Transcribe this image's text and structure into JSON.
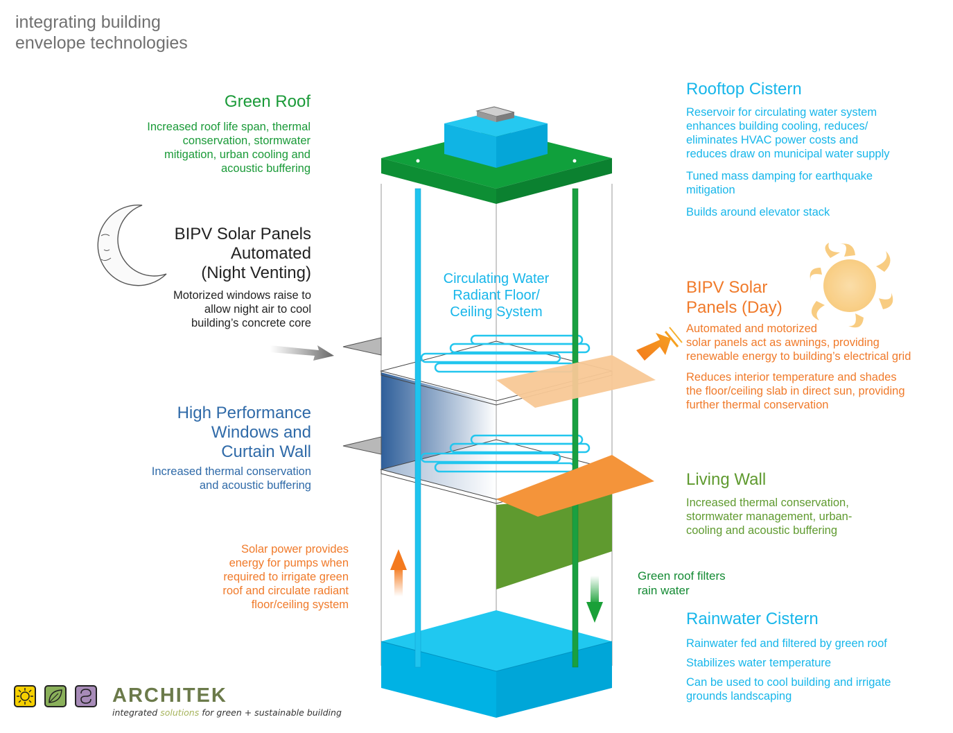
{
  "page_title": [
    "integrating building",
    "envelope technologies"
  ],
  "green_roof": {
    "heading": "Green Roof",
    "text": [
      "Increased roof life span, thermal",
      "conservation, stormwater",
      "mitigation, urban cooling and",
      "acoustic buffering"
    ]
  },
  "night_venting": {
    "heading": [
      "BIPV Solar Panels",
      "Automated",
      "(Night Venting)"
    ],
    "text": [
      "Motorized windows raise to",
      "allow night air to cool",
      "building’s concrete core"
    ]
  },
  "windows": {
    "heading": [
      "High Performance",
      "Windows and",
      "Curtain Wall"
    ],
    "text": [
      "Increased thermal conservation",
      "and acoustic buffering"
    ]
  },
  "solar_pumps": {
    "text": [
      "Solar power provides",
      "energy for pumps when",
      "required to irrigate green",
      "roof and circulate radiant",
      "floor/ceiling system"
    ]
  },
  "circulating": {
    "label": [
      "Circulating Water",
      "Radiant Floor/",
      "Ceiling System"
    ]
  },
  "rooftop_cistern": {
    "heading": "Rooftop Cistern",
    "paragraphs": [
      [
        "Reservoir for circulating water system",
        "enhances building cooling, reduces/",
        "eliminates HVAC power costs and",
        "reduces draw on municipal water supply"
      ],
      [
        "Tuned mass damping for earthquake",
        "mitigation"
      ],
      [
        "Builds around elevator stack"
      ]
    ]
  },
  "bipv_day": {
    "heading": [
      "BIPV Solar",
      "Panels (Day)"
    ],
    "paragraphs": [
      [
        "Automated and motorized",
        "solar panels act as awnings, providing",
        "renewable energy to building’s electrical grid"
      ],
      [
        "Reduces interior temperature and shades",
        "the floor/ceiling slab in direct sun, providing",
        "further thermal conservation"
      ]
    ]
  },
  "living_wall": {
    "heading": "Living Wall",
    "text": [
      "Increased thermal conservation,",
      "stormwater management, urban-",
      "cooling and acoustic buffering"
    ]
  },
  "green_filter": {
    "text": [
      "Green roof filters",
      "rain water"
    ]
  },
  "rainwater_cistern": {
    "heading": "Rainwater Cistern",
    "paragraphs": [
      [
        "Rainwater fed and filtered by green roof"
      ],
      [
        "Stabilizes water temperature"
      ],
      [
        "Can be used to cool building and irrigate",
        "grounds landscaping"
      ]
    ]
  },
  "brand": {
    "name": "ARCHITEK",
    "tagline_pre": "integrated ",
    "tagline_accent": "solutions",
    "tagline_post": " for green + sustainable building"
  },
  "icons": [
    "sun-logo-icon",
    "leaf-logo-icon",
    "recycle-logo-icon",
    "moon-icon",
    "sun-icon",
    "wind-arrow-icon",
    "sun-ray-arrow-icon",
    "up-arrow-icon",
    "down-arrow-icon"
  ],
  "colors": {
    "green_roof": "#0f9a3a",
    "water": "#00c8f0",
    "solar_panel": "#f4943a",
    "living_wall": "#5f9a2f",
    "glass_blue": "#2f5f9a"
  }
}
